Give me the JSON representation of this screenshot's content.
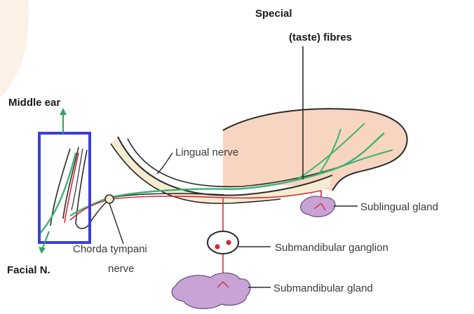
{
  "labels": {
    "special_line1": "Special",
    "special_line2": "(taste) fibres",
    "middle_ear": "Middle ear",
    "lingual_nerve": "Lingual nerve",
    "sublingual_gland": "Sublingual gland",
    "chorda_line1": "Chorda tympani",
    "chorda_line2": "nerve",
    "submandibular_ganglion": "Submandibular ganglion",
    "facial_n": "Facial N.",
    "submandibular_gland": "Submandibular gland"
  },
  "colors": {
    "tongue_fill": "#f7d5c0",
    "nerve_fill": "#f6ecd0",
    "taste_fibre": "#3cb371",
    "secretomotor_fibre": "#d9263b",
    "gland": "#c8a3d6",
    "highlight_box": "#3b3fd8",
    "arrow": "#2fa65f",
    "outline": "#2b2b2b"
  }
}
